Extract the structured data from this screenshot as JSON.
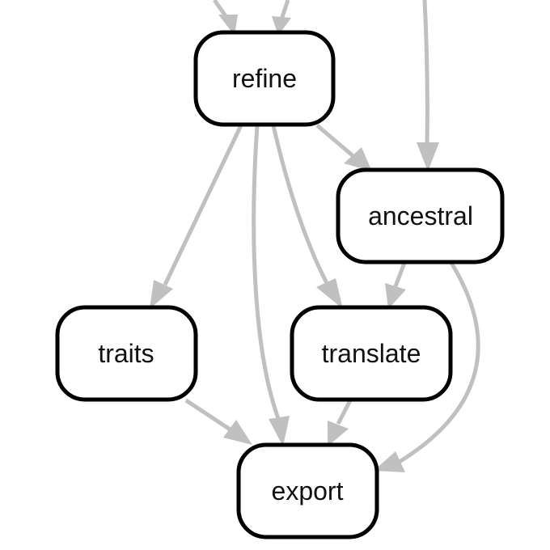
{
  "colors": {
    "edge": "#c0c0c0",
    "node_border": "#000000",
    "node_fill": "#ffffff",
    "text": "#111111"
  },
  "nodes": [
    {
      "id": "refine",
      "label": "refine"
    },
    {
      "id": "ancestral",
      "label": "ancestral"
    },
    {
      "id": "traits",
      "label": "traits"
    },
    {
      "id": "translate",
      "label": "translate"
    },
    {
      "id": "export",
      "label": "export"
    }
  ],
  "edges": [
    {
      "from": "offscreen-left-1",
      "to": "refine"
    },
    {
      "from": "offscreen-left-2",
      "to": "refine"
    },
    {
      "from": "offscreen-top",
      "to": "ancestral"
    },
    {
      "from": "refine",
      "to": "ancestral"
    },
    {
      "from": "refine",
      "to": "traits"
    },
    {
      "from": "refine",
      "to": "export"
    },
    {
      "from": "refine",
      "to": "translate"
    },
    {
      "from": "ancestral",
      "to": "translate"
    },
    {
      "from": "ancestral",
      "to": "export"
    },
    {
      "from": "traits",
      "to": "export"
    },
    {
      "from": "translate",
      "to": "export"
    }
  ]
}
